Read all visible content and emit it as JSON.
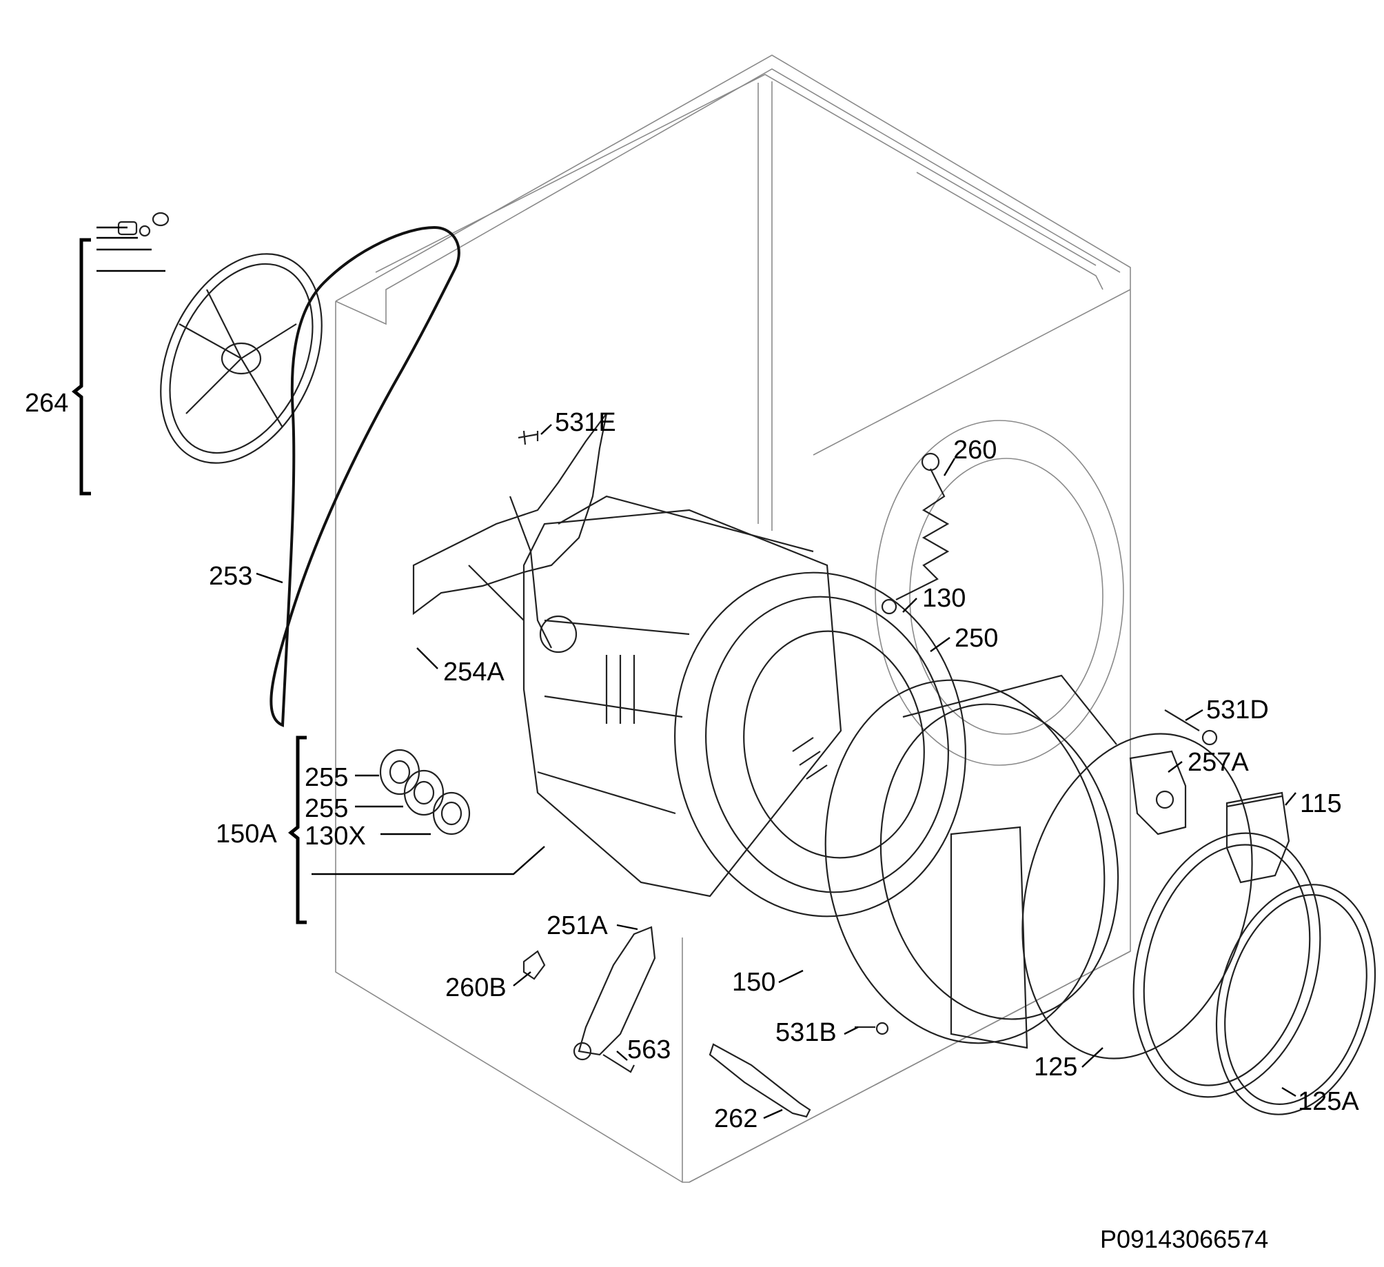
{
  "diagram": {
    "reference_code": "P09143066574",
    "callouts": [
      {
        "id": "264",
        "text": "264"
      },
      {
        "id": "531E",
        "text": "531E"
      },
      {
        "id": "260",
        "text": "260"
      },
      {
        "id": "253",
        "text": "253"
      },
      {
        "id": "130",
        "text": "130"
      },
      {
        "id": "250",
        "text": "250"
      },
      {
        "id": "254A",
        "text": "254A"
      },
      {
        "id": "531D",
        "text": "531D"
      },
      {
        "id": "255a",
        "text": "255"
      },
      {
        "id": "257A",
        "text": "257A"
      },
      {
        "id": "255b",
        "text": "255"
      },
      {
        "id": "115",
        "text": "115"
      },
      {
        "id": "150A",
        "text": "150A"
      },
      {
        "id": "130X",
        "text": "130X"
      },
      {
        "id": "251A",
        "text": "251A"
      },
      {
        "id": "260B",
        "text": "260B"
      },
      {
        "id": "150",
        "text": "150"
      },
      {
        "id": "531B",
        "text": "531B"
      },
      {
        "id": "563",
        "text": "563"
      },
      {
        "id": "125",
        "text": "125"
      },
      {
        "id": "125A",
        "text": "125A"
      },
      {
        "id": "262",
        "text": "262"
      }
    ]
  }
}
